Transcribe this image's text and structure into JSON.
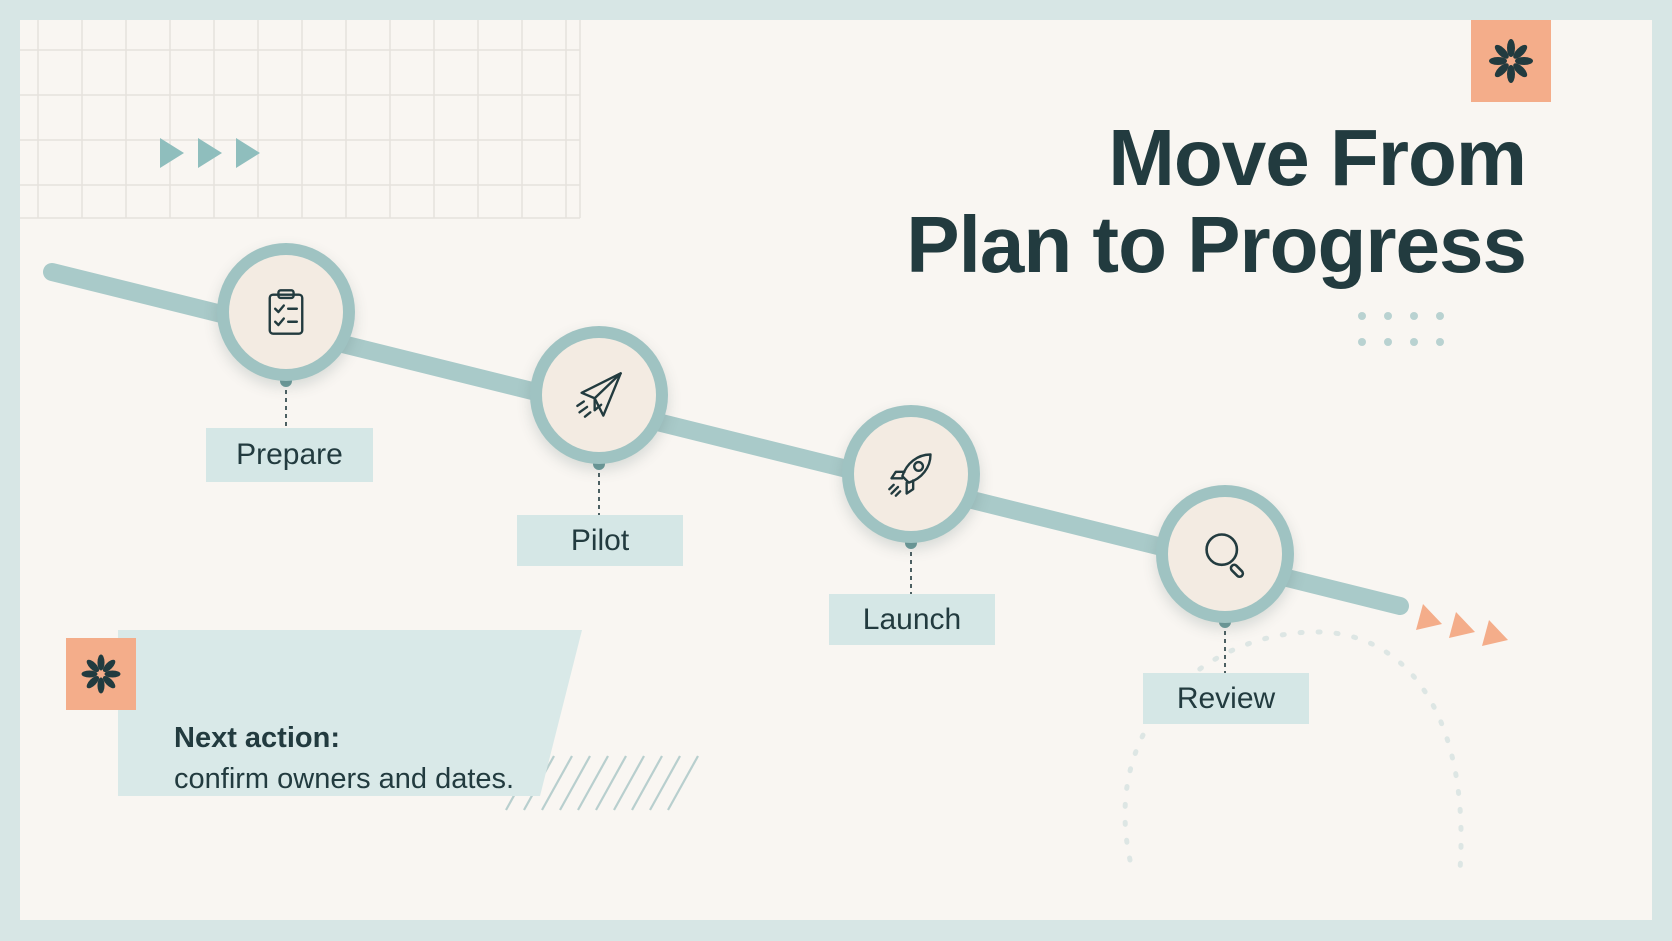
{
  "title": {
    "line1": "Move From",
    "line2": "Plan to Progress"
  },
  "steps": [
    {
      "label": "Prepare",
      "icon": "clipboard-check-icon"
    },
    {
      "label": "Pilot",
      "icon": "paper-plane-icon"
    },
    {
      "label": "Launch",
      "icon": "rocket-icon"
    },
    {
      "label": "Review",
      "icon": "magnifier-icon"
    }
  ],
  "note": {
    "title": "Next action:",
    "body": "confirm owners and dates."
  },
  "colors": {
    "frame": "#d7e6e5",
    "background": "#f9f6f2",
    "path": "#a9cac9",
    "node_ring": "#9fc3c2",
    "node_fill": "#f3ebe2",
    "label_fill": "#d5e7e6",
    "accent": "#f4ad8a",
    "text": "#223b3f"
  }
}
